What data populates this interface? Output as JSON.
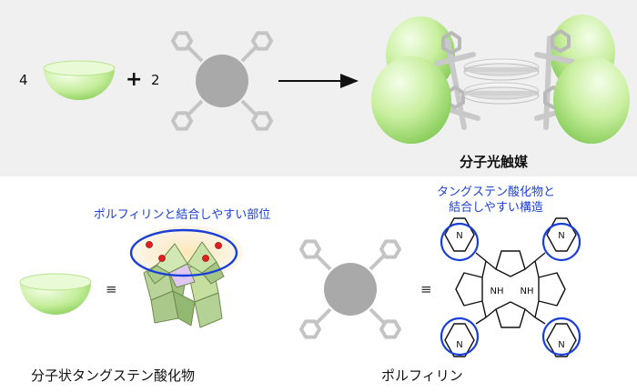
{
  "reaction": {
    "coef_bowl": "4",
    "plus": "+",
    "coef_porphyrin": "2",
    "product_label": "分子光触媒"
  },
  "bottom": {
    "pom_binding_site_label": "ポルフィリンと結合しやすい部位",
    "porphyrin_binding_structure_label_line1": "タングステン酸化物と",
    "porphyrin_binding_structure_label_line2": "結合しやすい構造",
    "equiv_symbol_left": "≡",
    "equiv_symbol_right": "≡",
    "pom_caption": "分子状タングステン酸化物",
    "porphyrin_caption": "ポルフィリン",
    "nh_top": "NH",
    "nh_bottom": "NH",
    "pyridine_n": "N"
  },
  "colors": {
    "green_light": "#e4f8c8",
    "green_dark": "#8ed45e",
    "gray_disc": "#a9a9a9",
    "blue_accent": "#1a3fd8",
    "red_atom": "#e0201e",
    "top_background": "#f0f0f0"
  }
}
